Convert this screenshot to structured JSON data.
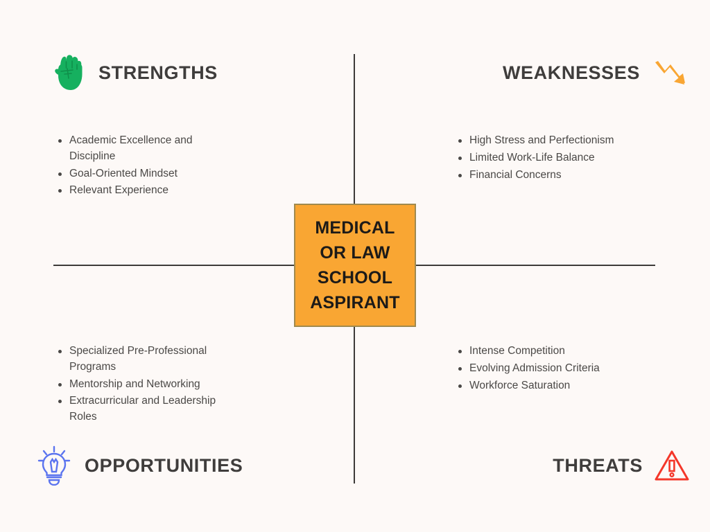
{
  "background_color": "#fdf9f7",
  "center": {
    "label": "MEDICAL\nOR LAW\nSCHOOL\nASPIRANT",
    "fill_color": "#f9a633",
    "border_color": "#a08a4e",
    "text_color": "#1c1a18"
  },
  "quadrants": {
    "strengths": {
      "title": "STRENGTHS",
      "icon": "raised-fist-icon",
      "icon_color": "#16b05f",
      "items": [
        "Academic Excellence and Discipline",
        "Goal-Oriented Mindset",
        "Relevant Experience"
      ]
    },
    "weaknesses": {
      "title": "WEAKNESSES",
      "icon": "downward-trend-arrow-icon",
      "icon_color": "#f9a633",
      "items": [
        "High Stress and Perfectionism",
        "Limited Work-Life Balance",
        "Financial Concerns"
      ]
    },
    "opportunities": {
      "title": "OPPORTUNITIES",
      "icon": "lightbulb-icon",
      "icon_color": "#5b74ef",
      "items": [
        "Specialized Pre-Professional Programs",
        "Mentorship and Networking",
        "Extracurricular and Leadership Roles"
      ]
    },
    "threats": {
      "title": "THREATS",
      "icon": "warning-triangle-icon",
      "icon_color": "#f4372a",
      "items": [
        "Intense Competition",
        "Evolving Admission Criteria",
        "Workforce Saturation"
      ]
    }
  },
  "divider_color": "#3c3a38",
  "title_color": "#3f3d3c",
  "body_text_color": "#4a4846"
}
